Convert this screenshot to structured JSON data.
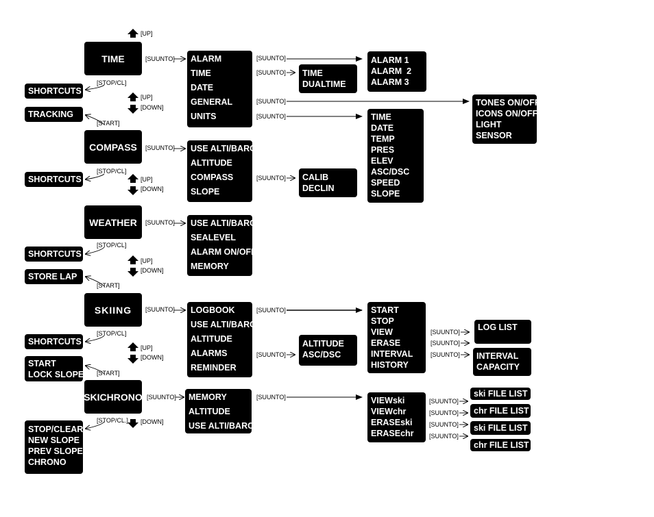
{
  "labels": {
    "suunto": "[SUUNTO]",
    "up": "[UP]",
    "down": "[DOWN]",
    "stop_cl": "[STOP/CL]",
    "stop_cl_dot": "[STOP/CL.]",
    "start": "[START]"
  },
  "modes": {
    "time": "TIME",
    "compass": "COMPASS",
    "weather": "WEATHER",
    "skiing": "SKIING",
    "skichrono": "SKICHRONO"
  },
  "side": {
    "shortcuts": "SHORTCUTS",
    "tracking": "TRACKING",
    "store_lap": "STORE LAP",
    "start_lock_slope": [
      "START",
      "LOCK SLOPE"
    ],
    "stop_menu": [
      "STOP/CLEAR",
      "NEW SLOPE",
      "PREV SLOPE",
      "CHRONO"
    ]
  },
  "time_menu": [
    "ALARM",
    "TIME",
    "DATE",
    "GENERAL",
    "UNITS"
  ],
  "alarm_menu": [
    "ALARM 1",
    "ALARM  2",
    "ALARM 3"
  ],
  "time_sub": [
    "TIME",
    "DUALTIME"
  ],
  "general_menu": [
    "TONES ON/OFF",
    "ICONS ON/OFF",
    "LIGHT",
    "SENSOR"
  ],
  "units_menu": [
    "TIME",
    "DATE",
    "TEMP",
    "PRES",
    "ELEV",
    "ASC/DSC",
    "SPEED",
    "SLOPE"
  ],
  "compass_menu": [
    "USE ALTI/BARO",
    "ALTITUDE",
    "COMPASS",
    "SLOPE"
  ],
  "compass_sub": [
    "CALIB",
    "DECLIN"
  ],
  "weather_menu": [
    "USE ALTI/BARO",
    "SEALEVEL",
    "ALARM ON/OFF",
    "MEMORY"
  ],
  "skiing_menu": [
    "LOGBOOK",
    "USE ALTI/BARO",
    "ALTITUDE",
    "ALARMS",
    "REMINDER"
  ],
  "alarms_sub": [
    "ALTITUDE",
    "ASC/DSC"
  ],
  "logbook_menu": [
    "START",
    "STOP",
    "VIEW",
    "ERASE",
    "INTERVAL",
    "HISTORY"
  ],
  "log_list": "LOG LIST",
  "interval_sub": [
    "INTERVAL",
    "CAPACITY"
  ],
  "skichrono_menu": [
    "MEMORY",
    "ALTITUDE",
    "USE ALTI/BARO"
  ],
  "memory_menu": [
    "VIEWski",
    "VIEWchr",
    "ERASEski",
    "ERASEchr"
  ],
  "file_lists": [
    "ski FILE LIST",
    "chr FILE LIST",
    "ski FILE LIST",
    "chr FILE LIST"
  ]
}
